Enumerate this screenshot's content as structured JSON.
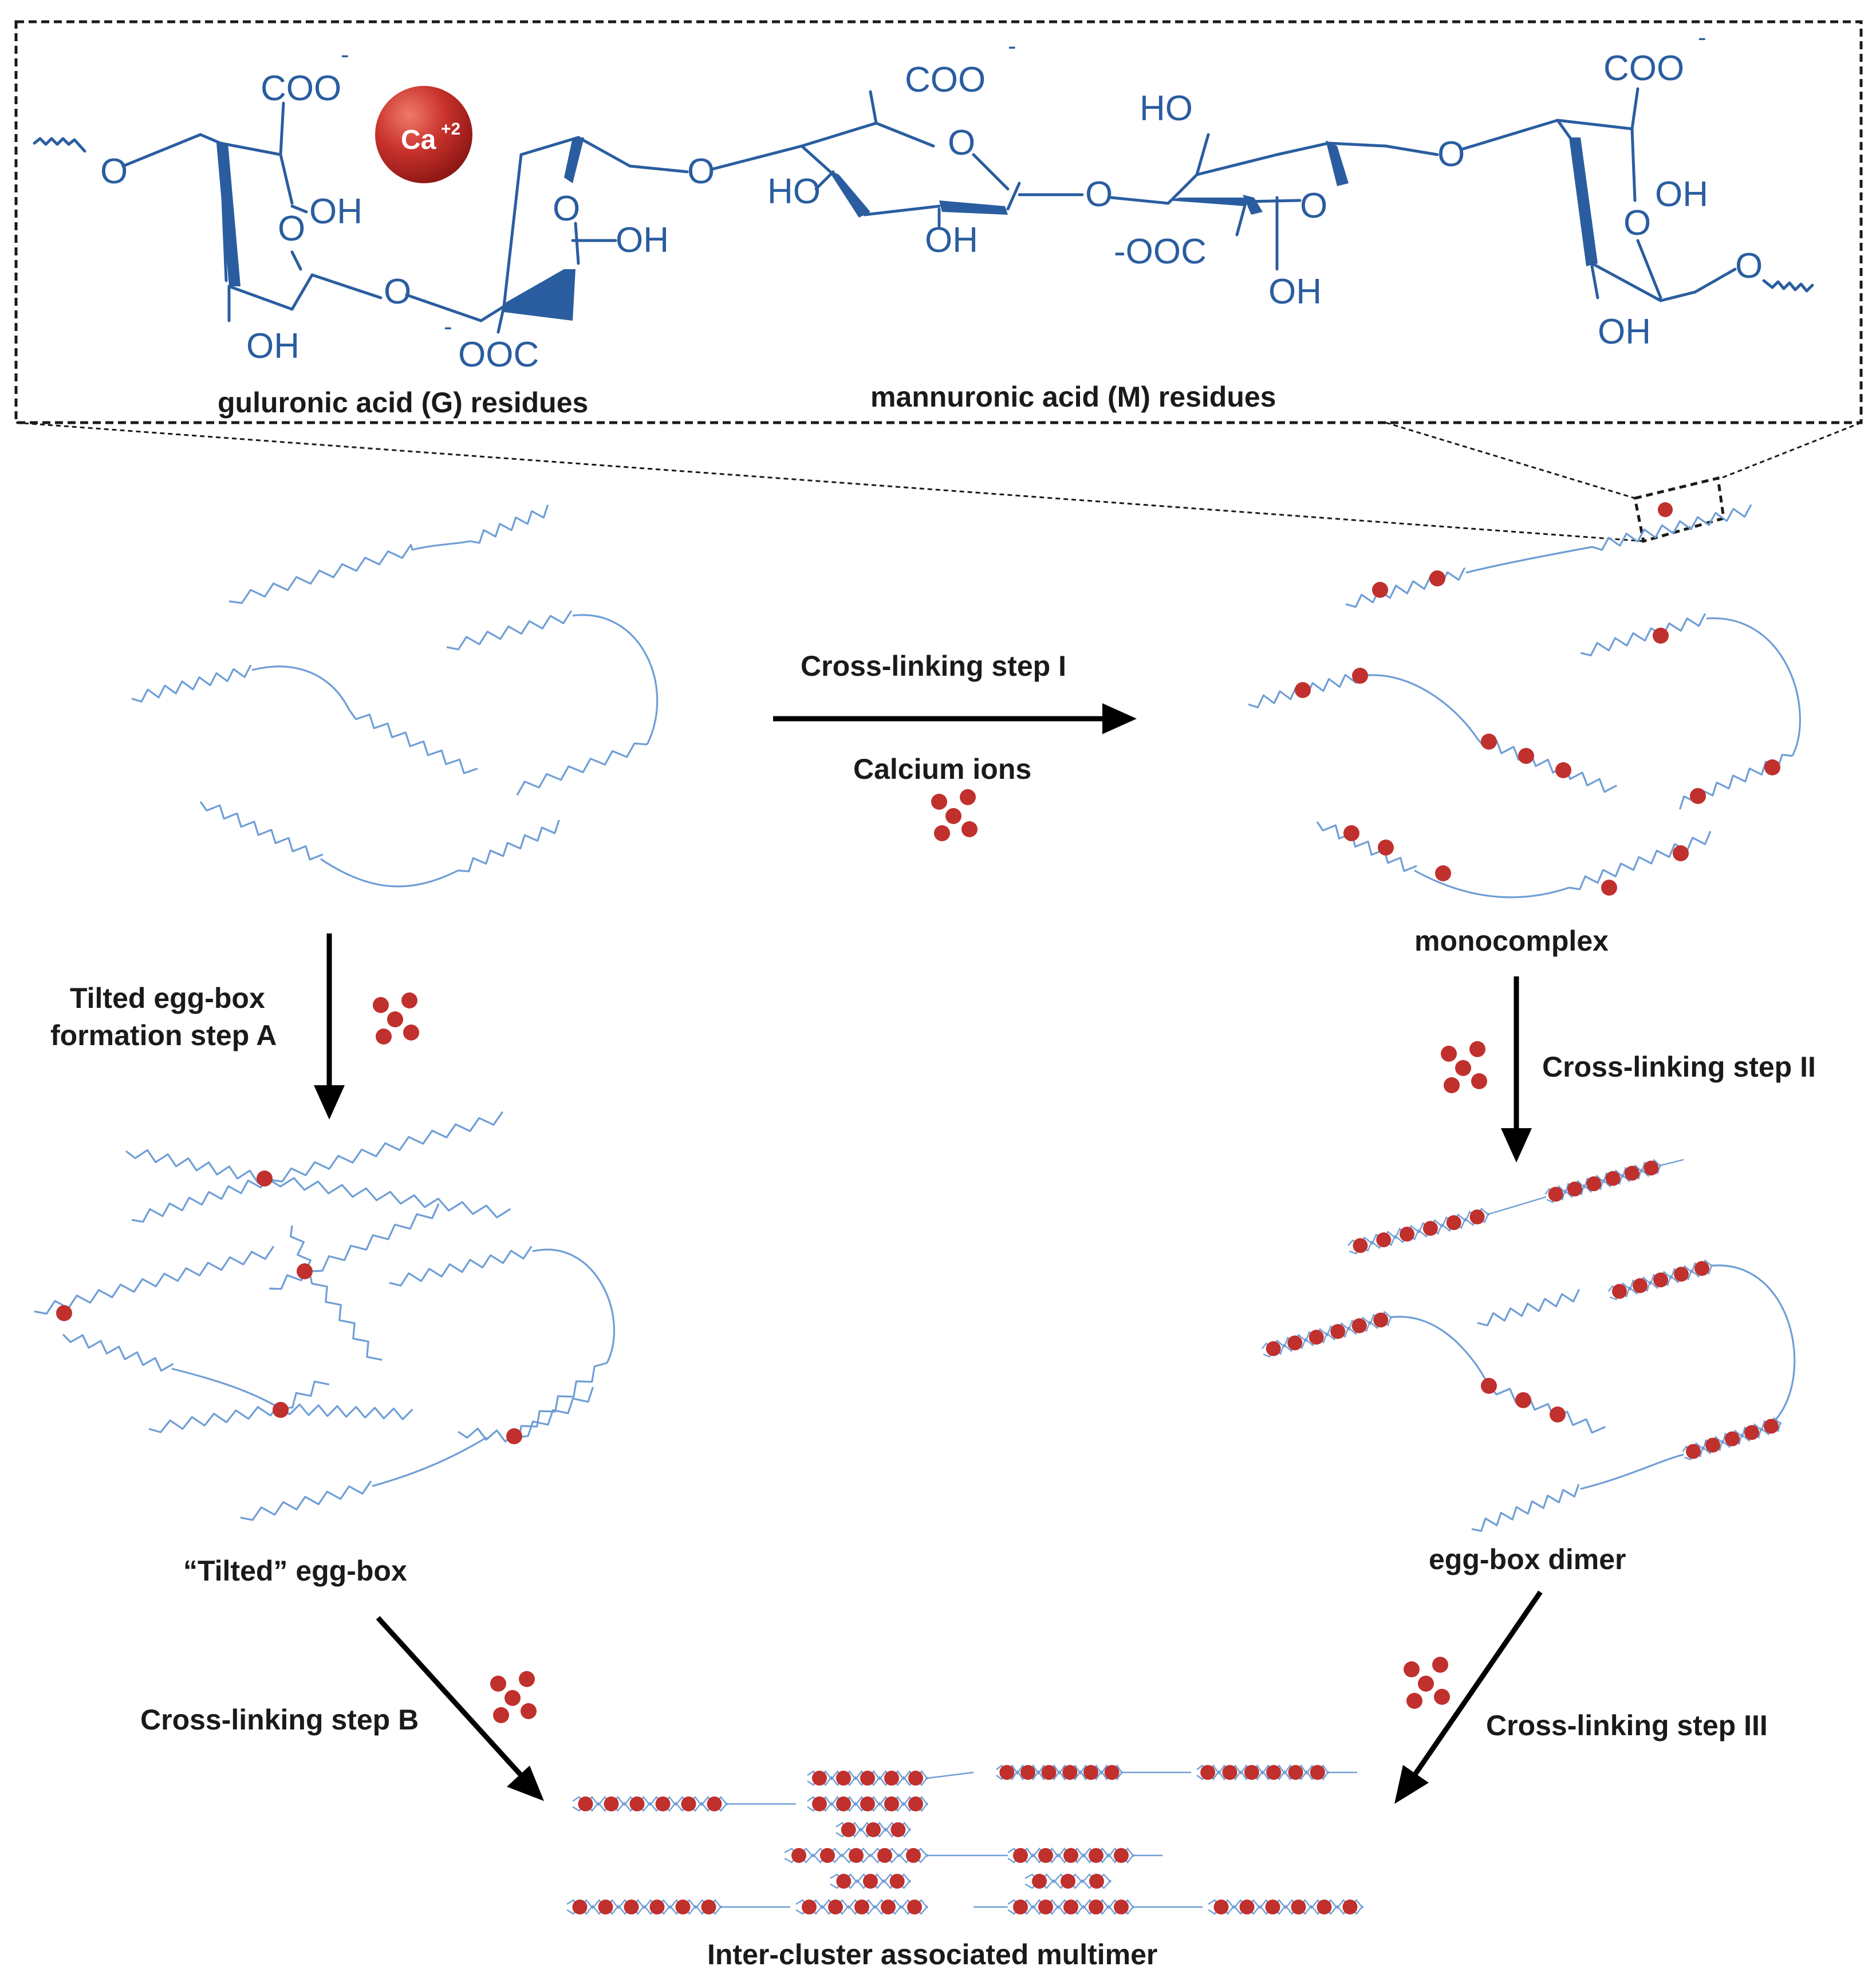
{
  "structure": {
    "carboxylate": "COO",
    "carboxylate_rev": "OOC",
    "carboxylate_alt": "-OOC",
    "charge": "-",
    "hydroxyl": "OH",
    "hydroxyl_rev": "HO",
    "oxygen": "O",
    "calcium": "Ca",
    "calcium_charge": "+2",
    "g_residues_label": "guluronic acid (G) residues",
    "m_residues_label": "mannuronic acid (M) residues"
  },
  "steps": {
    "step1_label": "Cross-linking step I",
    "step1_sub": "Calcium ions",
    "stepA_line1": "Tilted egg-box",
    "stepA_line2": "formation step A",
    "step2_label": "Cross-linking step II",
    "stepB_label": "Cross-linking step B",
    "step3_label": "Cross-linking step III"
  },
  "states": {
    "monocomplex": "monocomplex",
    "tilted": "“Tilted” egg-box",
    "dimer": "egg-box dimer",
    "multimer": "Inter-cluster associated multimer"
  },
  "colors": {
    "chain": "#6f9ed6",
    "structure": "#2a5d9f",
    "calcium": "#c0302d",
    "text": "#1a1a1a"
  }
}
